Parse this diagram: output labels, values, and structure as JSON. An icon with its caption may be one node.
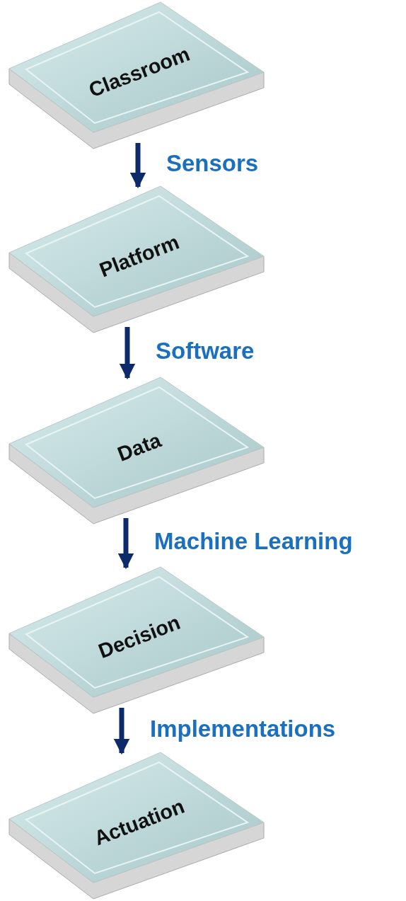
{
  "diagram": {
    "nodes": [
      {
        "text": [
          "Classroom"
        ]
      },
      {
        "text": [
          "Platform"
        ]
      },
      {
        "text": [
          "Data"
        ]
      },
      {
        "text": [
          "Decision"
        ]
      },
      {
        "text": [
          "Actuation"
        ]
      }
    ],
    "edges": [
      {
        "from": 0,
        "to": 1,
        "arrow": "to",
        "label": "Sensors"
      },
      {
        "from": 1,
        "to": 2,
        "arrow": "to",
        "label": "Software"
      },
      {
        "from": 2,
        "to": 3,
        "arrow": "to",
        "label": "Machine Learning"
      },
      {
        "from": 3,
        "to": 4,
        "arrow": "to",
        "label": "Implementations"
      }
    ]
  }
}
